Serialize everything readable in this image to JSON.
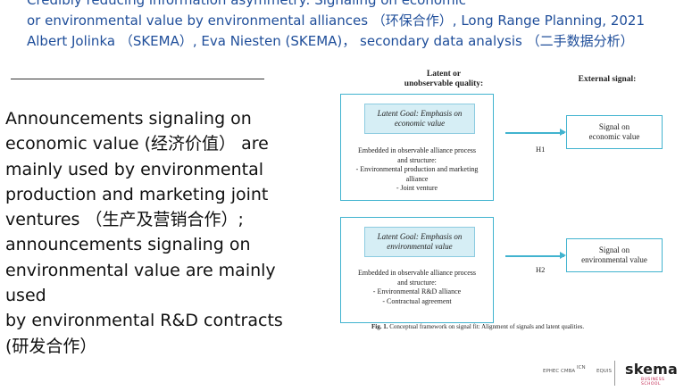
{
  "header": {
    "line1": "Credibly reducing information asymmetry: Signaling on economic",
    "line2": "or environmental value by environmental alliances （环保合作）, Long Range Planning, 2021",
    "line3": "Albert Jolinka （SKEMA）, Eva Niesten (SKEMA)， secondary data analysis （二手数据分析）"
  },
  "body": {
    "lines": [
      "Announcements signaling on",
      "economic value (经济价值）  are",
      "mainly used by environmental",
      "production and marketing joint",
      "ventures （生产及营销合作）;",
      "announcements signaling on",
      "environmental value are mainly",
      "used",
      "by environmental R&D contracts",
      "(研发合作）"
    ]
  },
  "figure": {
    "latent_head_1": "Latent or",
    "latent_head_2": "unobservable quality:",
    "external_head": "External signal:",
    "goal1_1": "Latent Goal: Emphasis on",
    "goal1_2": "economic value",
    "emb1": [
      "Embedded in observable alliance process",
      "and structure:",
      "- Environmental production and marketing",
      "alliance",
      "- Joint venture"
    ],
    "h1": "H1",
    "signal1_1": "Signal on",
    "signal1_2": "economic value",
    "goal2_1": "Latent Goal: Emphasis on",
    "goal2_2": "environmental value",
    "emb2": [
      "Embedded in observable alliance process",
      "and structure:",
      "- Environmental R&D alliance",
      "- Contractual agreement"
    ],
    "h2": "H2",
    "signal2_1": "Signal on",
    "signal2_2": "environmental value",
    "caption_label": "Fig. 1.",
    "caption_text": " Conceptual framework on signal fit: Alignment of signals and latent qualities."
  },
  "logos": {
    "logo_a": "EPHEC CMBA",
    "logo_b": "ICN",
    "logo_c": "EQUIS",
    "skema": "skema",
    "skema_sub": "BUSINESS SCHOOL"
  }
}
